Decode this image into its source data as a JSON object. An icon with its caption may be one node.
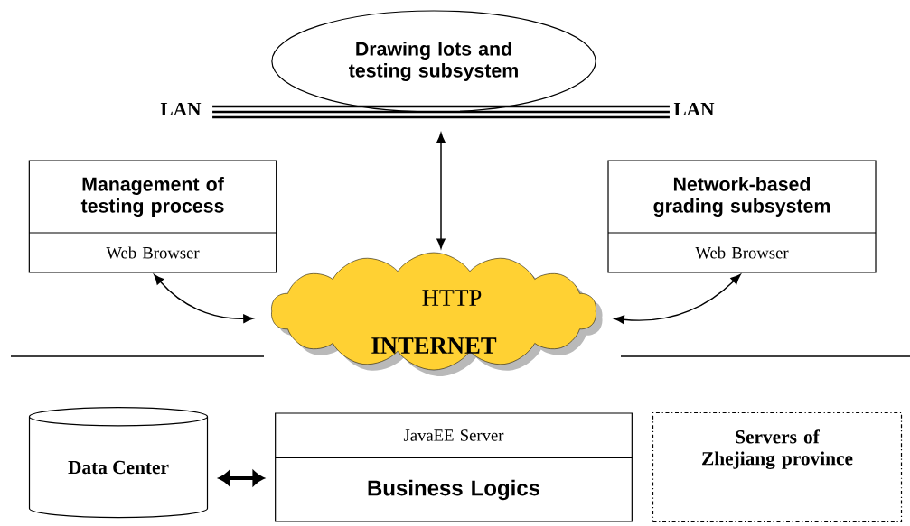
{
  "diagram": {
    "nodes": [
      {
        "text": [
          "Drawing lots and testing subsystem"
        ]
      },
      {
        "text": [],
        "shape": "bar"
      },
      {
        "text": [
          "Management of testing process",
          "Web Browser"
        ]
      },
      {
        "text": [
          "Network-based grading subsystem",
          "Web Browser"
        ]
      },
      {
        "text": [
          "HTTP",
          "INTERNET"
        ]
      },
      {
        "text": [
          "Data Center"
        ]
      },
      {
        "text": [
          "JavaEE Server",
          "Business Logics"
        ]
      },
      {
        "text": [
          "Servers of Zhejiang province"
        ]
      }
    ],
    "edges": [
      {
        "from": 4,
        "to": 1,
        "arrow": "both"
      },
      {
        "from": 2,
        "to": 4,
        "arrow": "both"
      },
      {
        "from": 3,
        "to": 4,
        "arrow": "both"
      },
      {
        "from": 5,
        "to": 6,
        "arrow": "both",
        "style": "thick"
      }
    ],
    "labels": [
      "LAN",
      "LAN"
    ]
  }
}
